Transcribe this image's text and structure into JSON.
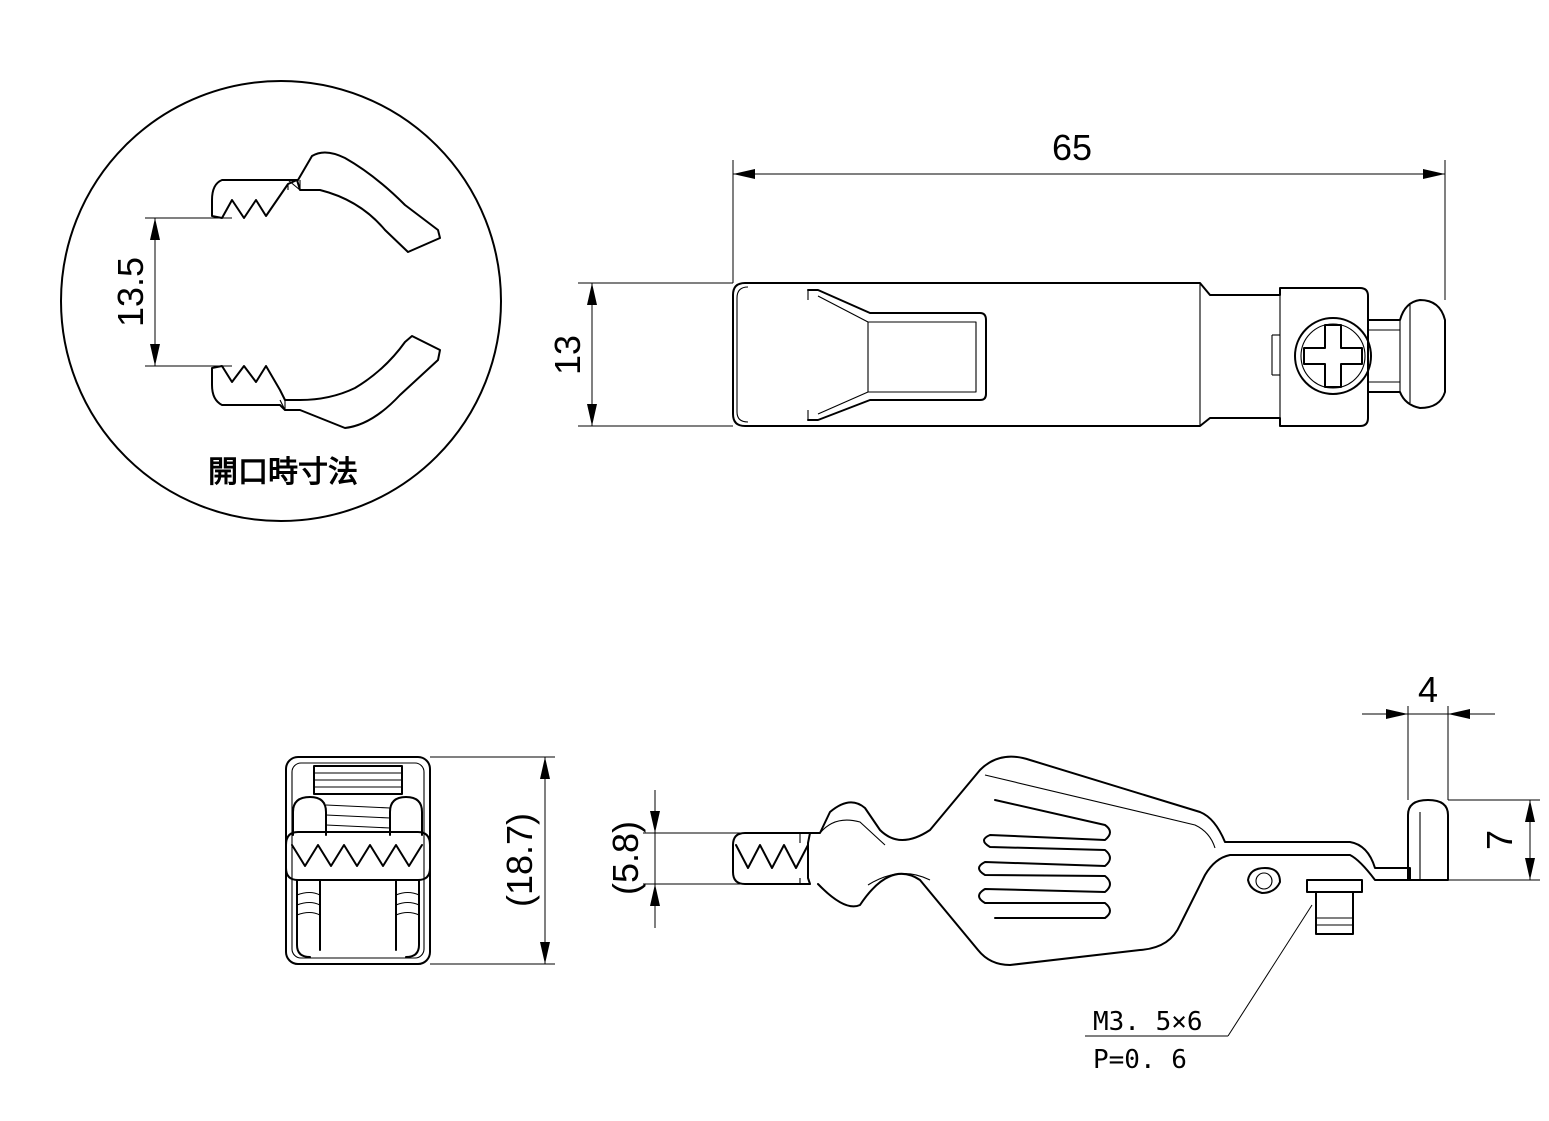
{
  "dimensions": {
    "opening": "13.5",
    "overall_length": "65",
    "width": "13",
    "height": "(18.7)",
    "jaw_height": "(5.8)",
    "tail_width": "4",
    "tail_height": "7"
  },
  "labels": {
    "opening_caption": "開口時寸法",
    "thread_size": "M3. 5×6",
    "thread_pitch": "P=0. 6"
  }
}
